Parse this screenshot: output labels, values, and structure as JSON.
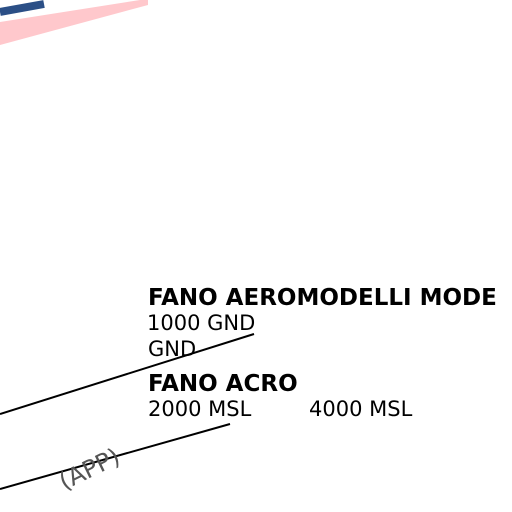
{
  "colors": {
    "background": "#ffffff",
    "zone_band": "#ffc8cc",
    "zone_edge": "#2b4f86",
    "boundary_line": "#000000",
    "label_text": "#000000",
    "faded_label_text": "#555555"
  },
  "airspaces": [
    {
      "name": "FANO AEROMODELLI MODE",
      "upper_limit": "1000 GND",
      "lower_limit": "GND"
    },
    {
      "name": "FANO ACRO",
      "lower_limit": "2000 MSL",
      "upper_limit": "4000 MSL"
    }
  ],
  "partial_label": "(APP)"
}
